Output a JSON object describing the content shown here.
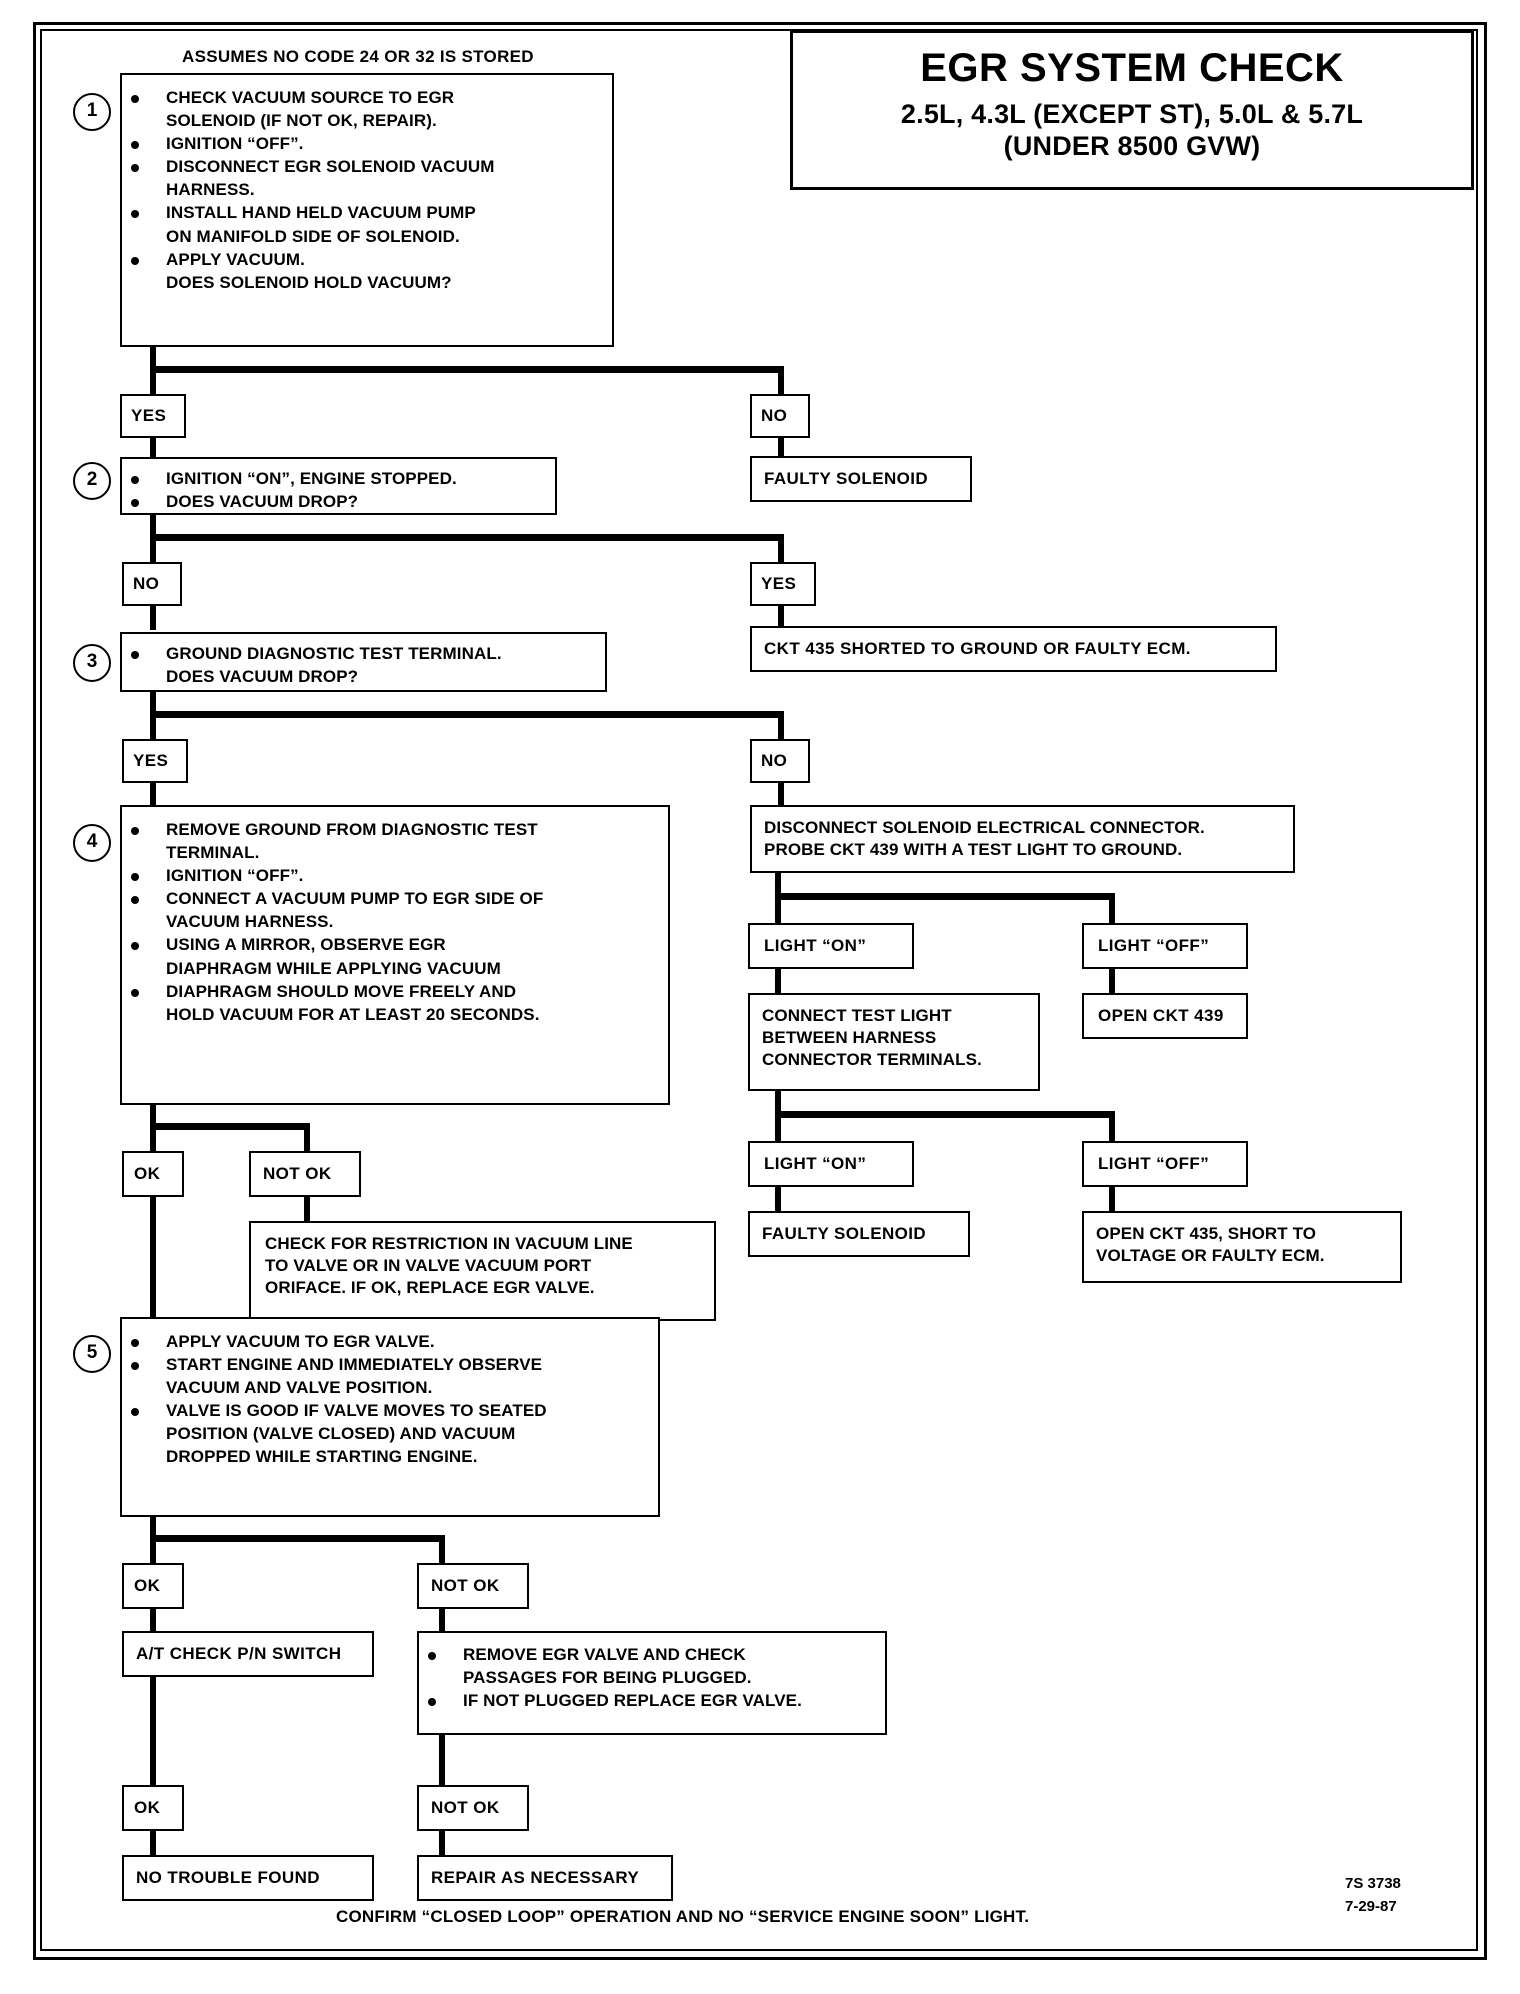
{
  "title_block": {
    "main": "EGR SYSTEM CHECK",
    "sub_line1": "2.5L, 4.3L (EXCEPT ST), 5.0L & 5.7L",
    "sub_line2": "(UNDER 8500 GVW)"
  },
  "assumption": "ASSUMES NO CODE 24 OR 32 IS STORED",
  "steps": {
    "s1": {
      "num": "1",
      "lines": [
        "CHECK VACUUM SOURCE TO EGR",
        "SOLENOID (IF NOT OK, REPAIR).",
        "IGNITION “OFF”.",
        "DISCONNECT EGR SOLENOID VACUUM",
        "HARNESS.",
        "INSTALL HAND HELD VACUUM PUMP",
        "ON MANIFOLD SIDE OF SOLENOID.",
        "APPLY VACUUM.",
        "DOES SOLENOID HOLD VACUUM?"
      ]
    },
    "s2": {
      "num": "2",
      "lines": [
        "IGNITION “ON”, ENGINE STOPPED.",
        "DOES VACUUM DROP?"
      ]
    },
    "s3": {
      "num": "3",
      "lines": [
        "GROUND DIAGNOSTIC TEST TERMINAL.",
        "DOES VACUUM DROP?"
      ]
    },
    "s4": {
      "num": "4",
      "lines": [
        "REMOVE GROUND FROM DIAGNOSTIC TEST",
        "TERMINAL.",
        "IGNITION “OFF”.",
        "CONNECT A VACUUM PUMP TO EGR SIDE OF",
        "VACUUM HARNESS.",
        "USING A MIRROR, OBSERVE EGR",
        "DIAPHRAGM WHILE APPLYING VACUUM",
        "DIAPHRAGM SHOULD MOVE FREELY AND",
        "HOLD VACUUM FOR AT LEAST 20 SECONDS."
      ]
    },
    "s5": {
      "num": "5",
      "lines": [
        "APPLY VACUUM TO EGR VALVE.",
        "START ENGINE AND IMMEDIATELY OBSERVE",
        "VACUUM AND VALVE POSITION.",
        "VALVE IS GOOD IF VALVE MOVES TO SEATED",
        "POSITION (VALVE CLOSED) AND VACUUM",
        "DROPPED WHILE STARTING ENGINE."
      ]
    }
  },
  "labels": {
    "yes1": "YES",
    "no1": "NO",
    "no2": "NO",
    "yes2": "YES",
    "yes3": "YES",
    "no3": "NO",
    "ok4": "OK",
    "notok4": "NOT OK",
    "ok5": "OK",
    "notok5": "NOT OK",
    "ok6": "OK",
    "notok6": "NOT OK",
    "light_on_1": "LIGHT “ON”",
    "light_off_1": "LIGHT “OFF”",
    "light_on_2": "LIGHT “ON”",
    "light_off_2": "LIGHT “OFF”"
  },
  "terminals": {
    "faulty_solenoid_1": "FAULTY SOLENOID",
    "ckt435_shorted": "CKT 435 SHORTED TO GROUND OR FAULTY ECM.",
    "disconnect_connector": [
      "DISCONNECT SOLENOID ELECTRICAL CONNECTOR.",
      "PROBE CKT 439 WITH A TEST LIGHT TO GROUND."
    ],
    "open_ckt_439": "OPEN CKT 439",
    "connect_test_light": [
      "CONNECT TEST LIGHT",
      "BETWEEN HARNESS",
      "CONNECTOR TERMINALS."
    ],
    "faulty_solenoid_2": "FAULTY SOLENOID",
    "open_ckt_435": [
      "OPEN CKT 435,  SHORT TO",
      "VOLTAGE OR FAULTY ECM."
    ],
    "check_restriction": [
      "CHECK FOR RESTRICTION IN VACUUM LINE",
      "TO VALVE OR IN VALVE VACUUM PORT",
      "ORIFACE. IF OK, REPLACE EGR VALVE."
    ],
    "at_check_pn": "A/T CHECK P/N SWITCH",
    "remove_egr_valve": [
      "REMOVE EGR VALVE AND CHECK",
      "PASSAGES FOR BEING PLUGGED.",
      "IF NOT PLUGGED REPLACE EGR VALVE."
    ],
    "no_trouble_found": "NO TROUBLE FOUND",
    "repair_as_necessary": "REPAIR AS NECESSARY"
  },
  "footer": {
    "note": "CONFIRM “CLOSED LOOP” OPERATION AND NO “SERVICE ENGINE SOON” LIGHT.",
    "doc_number": "7S 3738",
    "doc_date": "7-29-87"
  }
}
